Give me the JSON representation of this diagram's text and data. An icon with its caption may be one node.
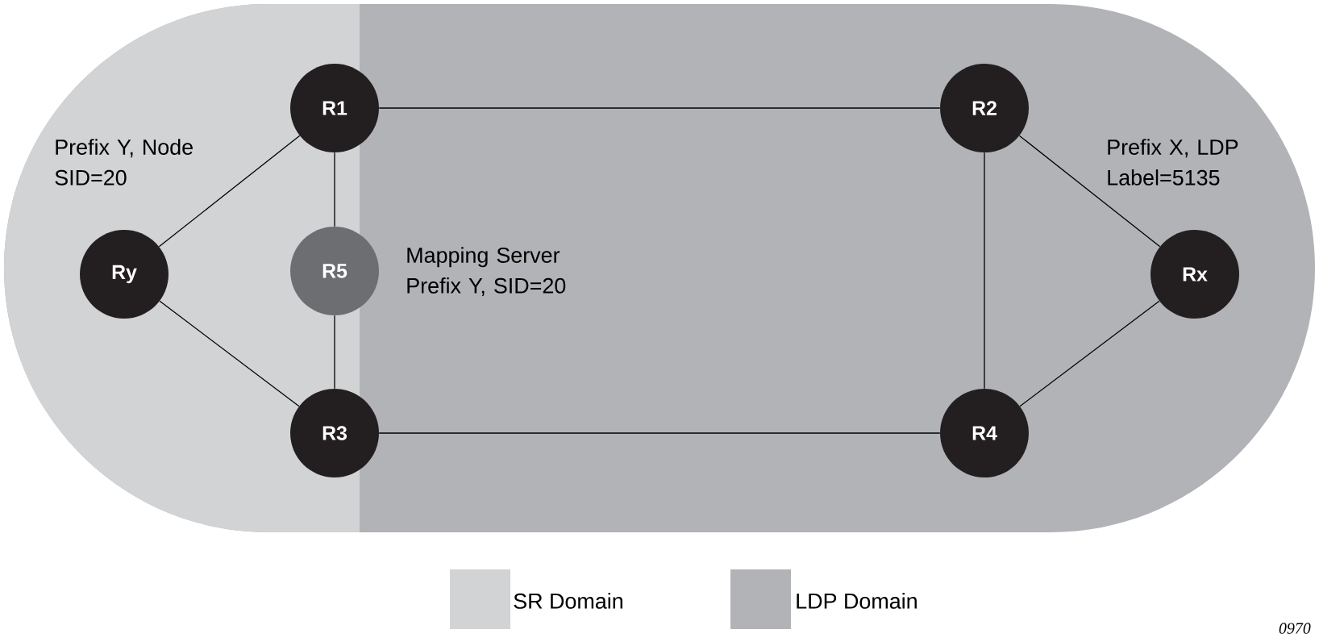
{
  "diagram": {
    "nodes": [
      {
        "text": [
          "R1"
        ]
      },
      {
        "text": [
          "R2"
        ]
      },
      {
        "text": [
          "Ry"
        ],
        "beside": [
          "Prefix Y, Node SID=20"
        ]
      },
      {
        "text": [
          "R5"
        ],
        "beside": [
          "Mapping Server Prefix Y, SID=20"
        ]
      },
      {
        "text": [
          "Rx"
        ],
        "beside": [
          "Prefix X, LDP Label=5135"
        ]
      },
      {
        "text": [
          "R3"
        ]
      },
      {
        "text": [
          "R4"
        ]
      }
    ],
    "edges": [
      {
        "from": 2,
        "to": 0,
        "arrow": "none"
      },
      {
        "from": 2,
        "to": 5,
        "arrow": "none"
      },
      {
        "from": 0,
        "to": 3,
        "arrow": "none"
      },
      {
        "from": 3,
        "to": 5,
        "arrow": "none"
      },
      {
        "from": 0,
        "to": 1,
        "arrow": "none"
      },
      {
        "from": 5,
        "to": 6,
        "arrow": "none"
      },
      {
        "from": 1,
        "to": 6,
        "arrow": "none"
      },
      {
        "from": 1,
        "to": 4,
        "arrow": "none"
      },
      {
        "from": 6,
        "to": 4,
        "arrow": "none"
      }
    ],
    "labels": [
      "0970"
    ],
    "legend": [
      {
        "text": "SR Domain",
        "color": "#d1d3d4"
      },
      {
        "text": "LDP Domain",
        "color": "#b1b3b6"
      }
    ]
  }
}
